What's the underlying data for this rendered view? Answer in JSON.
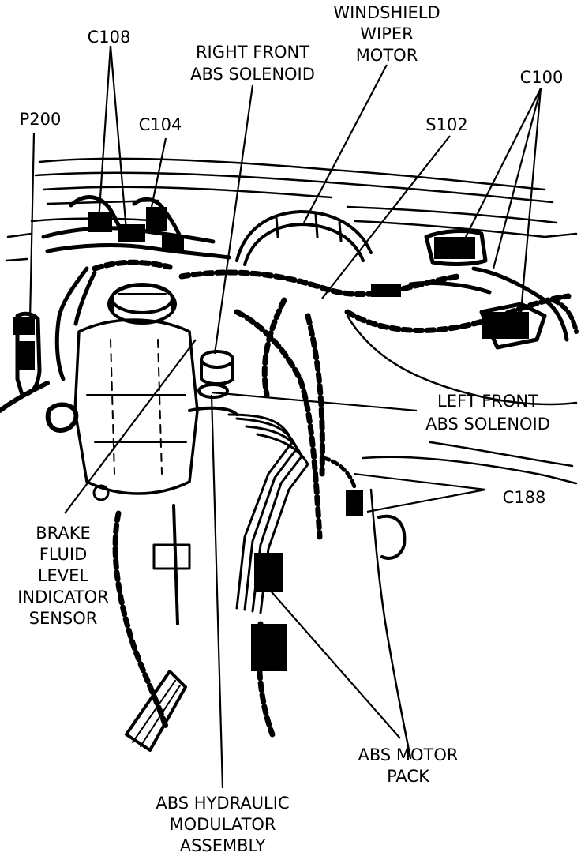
{
  "labels": {
    "c108": "C108",
    "right_front_abs_solenoid": [
      "RIGHT FRONT",
      "ABS SOLENOID"
    ],
    "windshield_wiper_motor": [
      "WINDSHIELD",
      "WIPER",
      "MOTOR"
    ],
    "c100": "C100",
    "p200": "P200",
    "c104": "C104",
    "s102": "S102",
    "left_front_abs_solenoid": [
      "LEFT FRONT",
      "ABS SOLENOID"
    ],
    "c188": "C188",
    "brake_fluid_level_indicator_sensor": [
      "BRAKE",
      "FLUID",
      "LEVEL",
      "INDICATOR",
      "SENSOR"
    ],
    "abs_motor_pack": [
      "ABS MOTOR",
      "PACK"
    ],
    "abs_hydraulic_modulator_assembly": [
      "ABS HYDRAULIC",
      "MODULATOR",
      "ASSEMBLY"
    ]
  },
  "colors": {
    "ink": "#000000",
    "paper": "#ffffff"
  }
}
